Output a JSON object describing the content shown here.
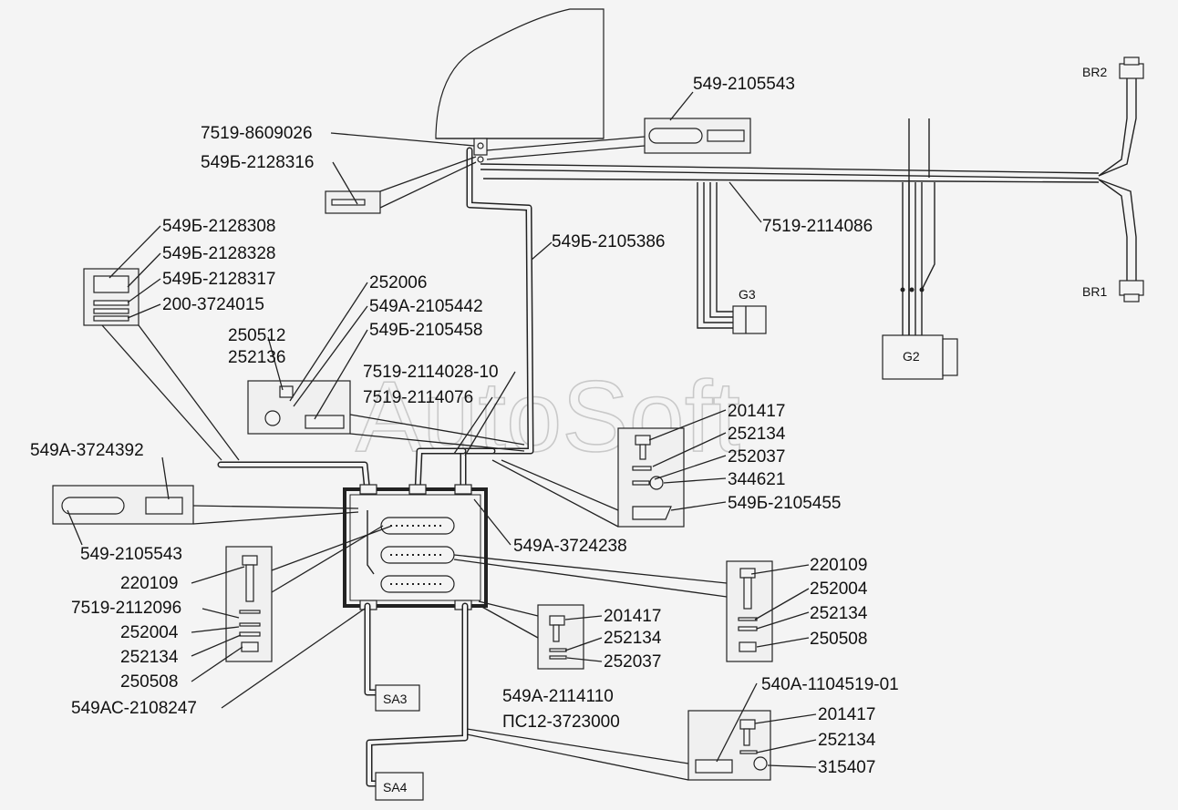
{
  "watermark": "AutoSoft",
  "components": {
    "br2": "BR2",
    "br1": "BR1",
    "g3": "G3",
    "g2": "G2",
    "sa3": "SA3",
    "sa4": "SA4"
  },
  "parts": {
    "p_7519_8609026": "7519-8609026",
    "p_549b_2128316": "549Б-2128316",
    "p_549_2105543_top": "549-2105543",
    "p_7519_2114086": "7519-2114086",
    "p_549b_2105386": "549Б-2105386",
    "p_549b_2128308": "549Б-2128308",
    "p_549b_2128328": "549Б-2128328",
    "p_549b_2128317": "549Б-2128317",
    "p_200_3724015": "200-3724015",
    "p_252006": "252006",
    "p_549a_2105442": "549А-2105442",
    "p_549b_2105458": "549Б-2105458",
    "p_250512": "250512",
    "p_252136": "252136",
    "p_7519_2114028_10": "7519-2114028-10",
    "p_7519_2114076": "7519-2114076",
    "p_201417_a": "201417",
    "p_252134_a": "252134",
    "p_252037_a": "252037",
    "p_344621": "344621",
    "p_549b_2105455": "549Б-2105455",
    "p_549a_3724392": "549А-3724392",
    "p_549_2105543_left": "549-2105543",
    "p_549a_3724238": "549А-3724238",
    "p_220109_a": "220109",
    "p_7519_2112096": "7519-2112096",
    "p_252004_a": "252004",
    "p_252134_b": "252134",
    "p_250508_a": "250508",
    "p_549ac_2108247": "549АС-2108247",
    "p_220109_b": "220109",
    "p_252004_b": "252004",
    "p_252134_c": "252134",
    "p_250508_b": "250508",
    "p_201417_b": "201417",
    "p_252134_d": "252134",
    "p_252037_b": "252037",
    "p_549a_2114110": "549А-2114110",
    "p_ps12_3723000": "ПС12-3723000",
    "p_540a_1104519_01": "540А-1104519-01",
    "p_201417_c": "201417",
    "p_252134_e": "252134",
    "p_315407": "315407"
  }
}
